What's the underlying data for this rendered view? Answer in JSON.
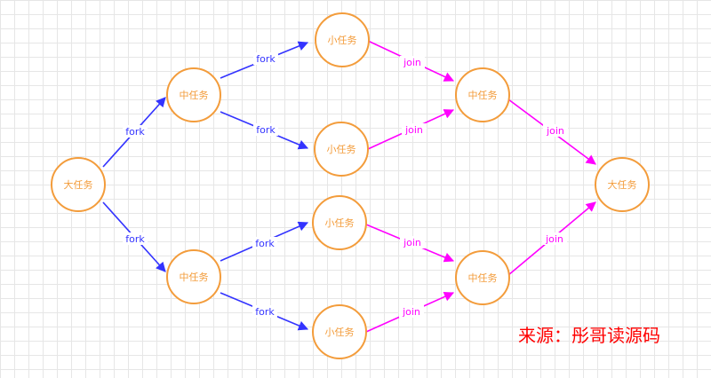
{
  "colors": {
    "node_stroke": "#f39c3b",
    "node_text": "#f39c3b",
    "fork_edge": "#3333ff",
    "join_edge": "#ff00ff",
    "caption": "#ff0000"
  },
  "nodes": {
    "big_start": "大任务",
    "mid_top": "中任务",
    "mid_bottom": "中任务",
    "small_1": "小任务",
    "small_2": "小任务",
    "small_3": "小任务",
    "small_4": "小任务",
    "merge_top": "中任务",
    "merge_bottom": "中任务",
    "big_end": "大任务"
  },
  "edge_labels": {
    "fork": "fork",
    "join": "join"
  },
  "caption": "来源：彤哥读源码"
}
